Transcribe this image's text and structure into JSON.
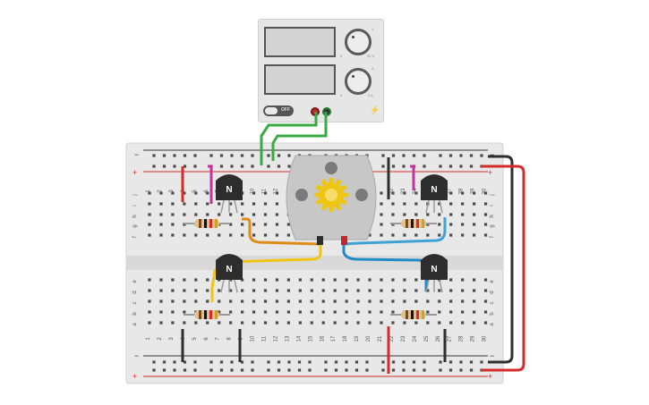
{
  "power_supply": {
    "switch_label": "OFF",
    "knob1_label": "V",
    "knob2_label": "A",
    "knob1_max": "30 V",
    "knob2_max": "5 A",
    "knob_min": "0",
    "brand_line1": "",
    "brand_line2": ""
  },
  "breadboard": {
    "top_numbers_left": [
      "1",
      "2",
      "3",
      "4",
      "5",
      "6",
      "7",
      "8",
      "9",
      "10",
      "11",
      "12"
    ],
    "top_numbers_right": [
      "22",
      "23",
      "24",
      "25",
      "26",
      "27",
      "28",
      "29",
      "30"
    ],
    "bottom_numbers": [
      "1",
      "2",
      "3",
      "4",
      "5",
      "6",
      "7",
      "8",
      "9",
      "10",
      "11",
      "12",
      "13",
      "14",
      "15",
      "16",
      "17",
      "18",
      "19",
      "20",
      "21",
      "22",
      "23",
      "24",
      "25",
      "26",
      "27",
      "28",
      "29",
      "30"
    ],
    "row_letters_top": [
      "j",
      "i",
      "h",
      "g",
      "f"
    ],
    "row_letters_bottom": [
      "e",
      "d",
      "c",
      "b",
      "a"
    ],
    "rail_minus": "−",
    "rail_plus": "+"
  },
  "components": {
    "transistor_label": "N",
    "transistor_count": 4,
    "resistor_count": 4,
    "motor_count": 1
  },
  "colors": {
    "red_wire": "#d42b2b",
    "black_wire": "#2e2e2e",
    "green_wire": "#3aa843",
    "orange_wire": "#e08a17",
    "yellow_wire": "#efc514",
    "blue_wire": "#3ea3d4",
    "magenta_wire": "#c1359b"
  }
}
